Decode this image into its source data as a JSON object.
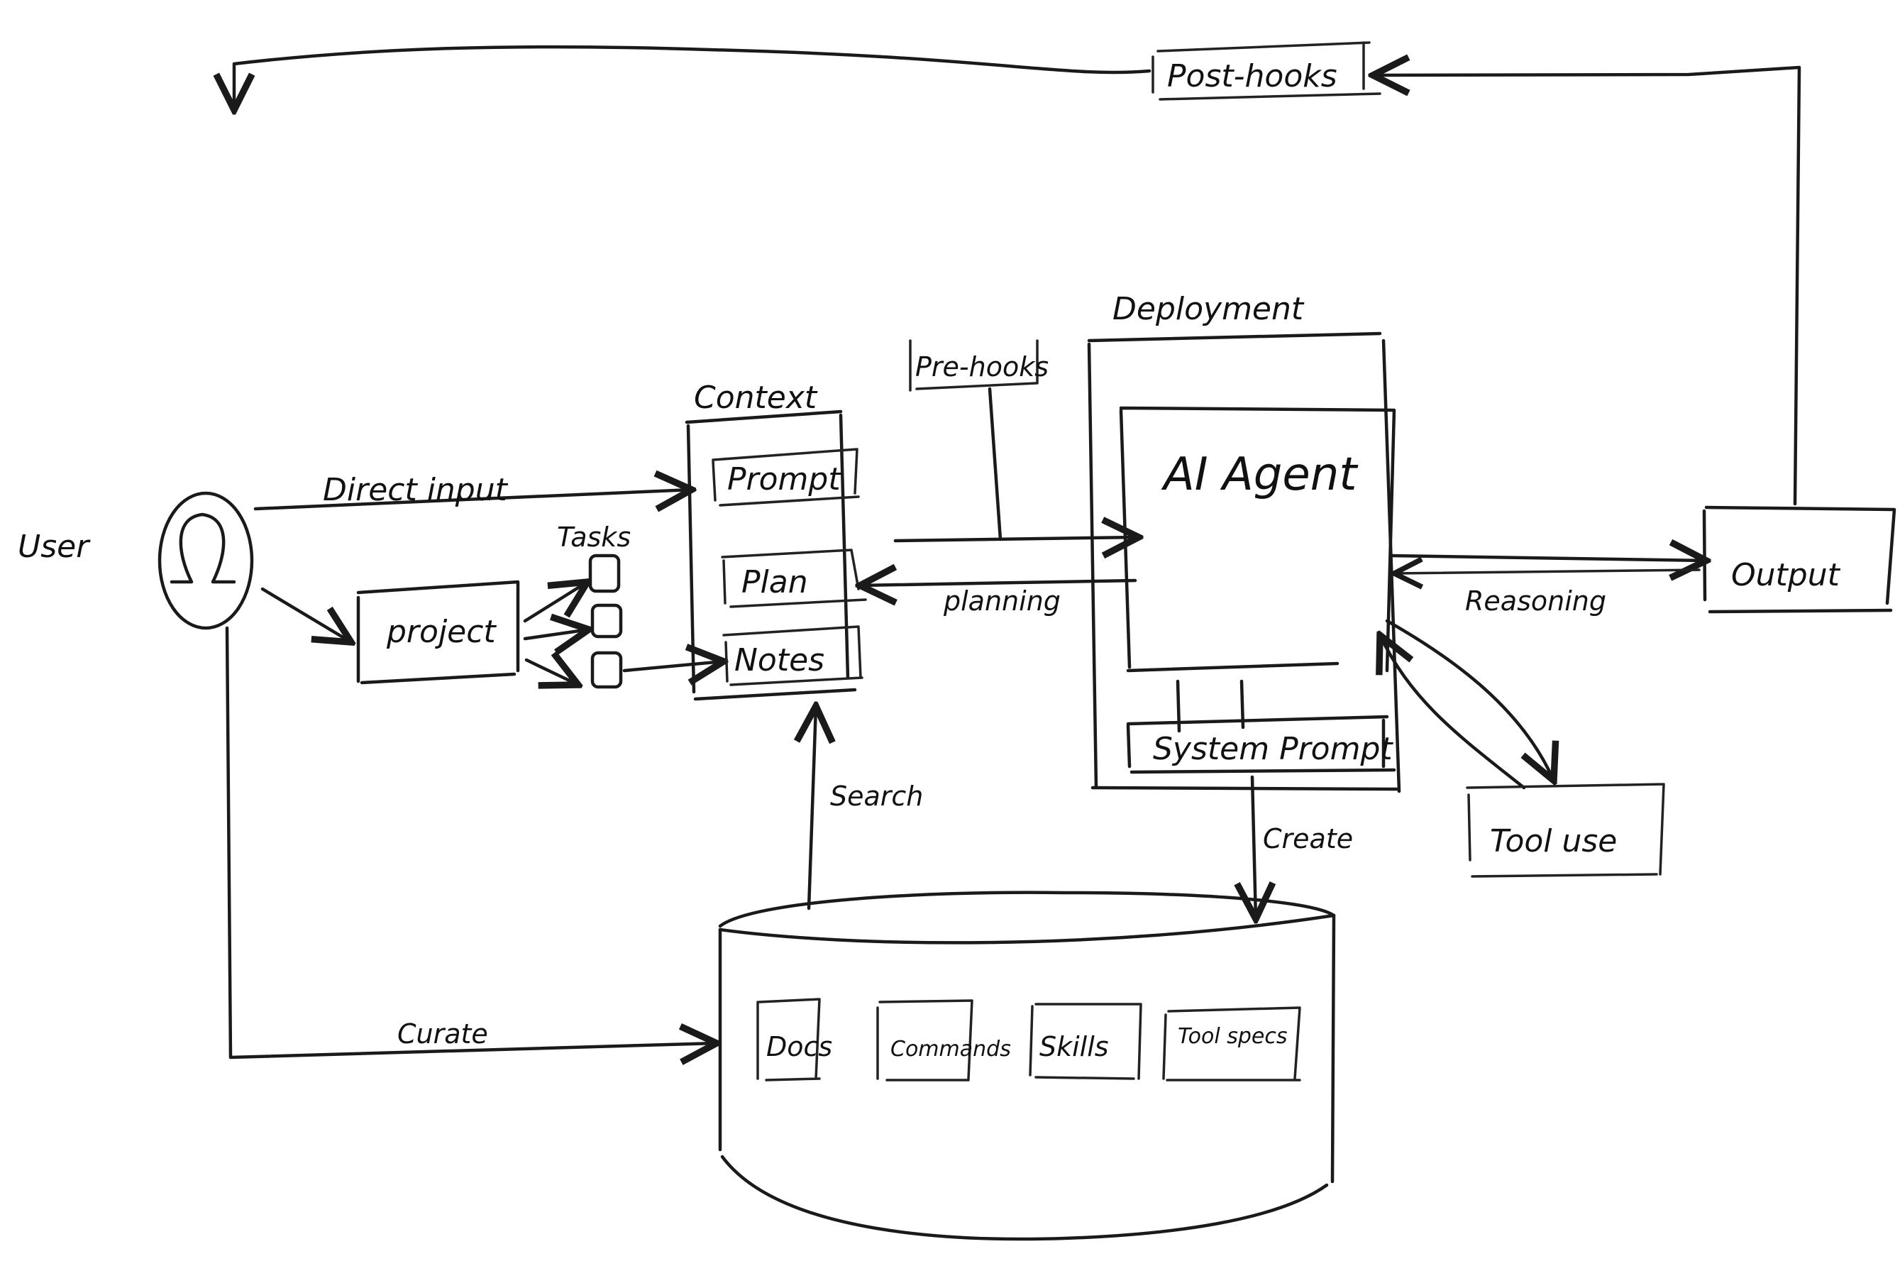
{
  "diagram": {
    "title": "",
    "actors": {
      "user": {
        "label": "User",
        "icon": "omega-person-icon"
      }
    },
    "nodes": {
      "project": "project",
      "tasks_label": "Tasks",
      "context": {
        "title": "Context",
        "items": [
          "Prompt",
          "Plan",
          "Notes"
        ]
      },
      "pre_hooks": "Pre-hooks",
      "post_hooks": "Post-hooks",
      "deployment": {
        "title": "Deployment",
        "agent": "AI Agent",
        "system_prompt": "System Prompt"
      },
      "output": "Output",
      "tool_use": "Tool use",
      "store": {
        "items": [
          "Docs",
          "Commands",
          "Skills",
          "Tool specs"
        ]
      }
    },
    "edges": {
      "direct_input": "Direct input",
      "planning": "planning",
      "reasoning": "Reasoning",
      "search": "Search",
      "create": "Create",
      "curate": "Curate"
    },
    "stroke_color": "#1a1a1a",
    "background": "#ffffff"
  }
}
